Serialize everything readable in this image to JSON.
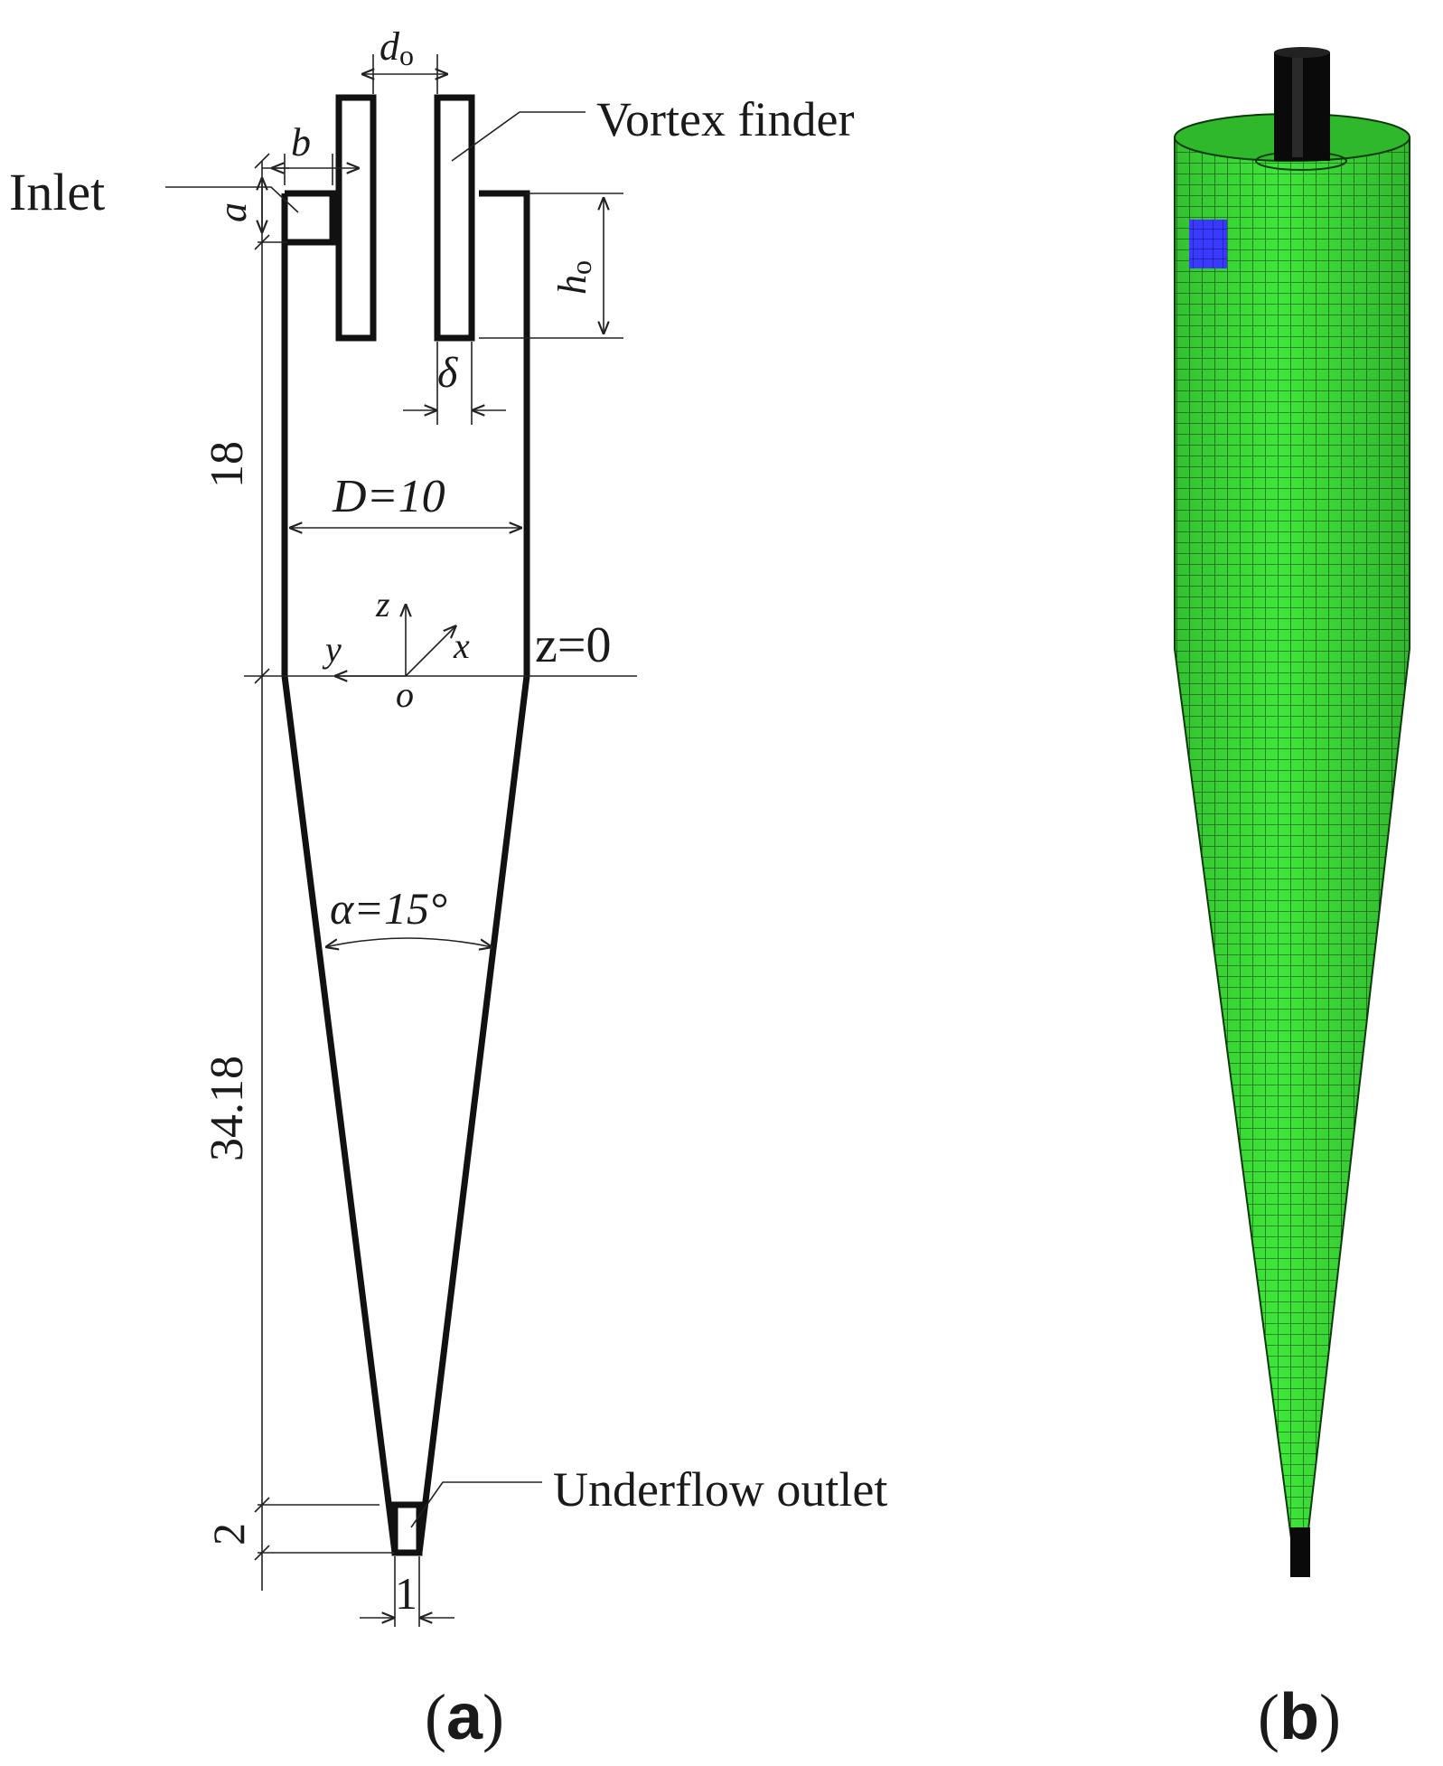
{
  "panel_a": {
    "caption_open": "(",
    "caption_letter": "a",
    "caption_close": ")",
    "labels": {
      "inlet": "Inlet",
      "vortex_finder": "Vortex finder",
      "underflow_outlet": "Underflow outlet",
      "d_o": "d",
      "d_o_sub": "o",
      "b": "b",
      "a": "a",
      "h_o": "h",
      "h_o_sub": "o",
      "delta": "δ",
      "D_eq": "D=10",
      "z_eq": "z=0",
      "axis_z": "z",
      "axis_x": "x",
      "axis_y": "y",
      "origin": "o",
      "alpha_eq": "α=15°",
      "len_18": "18",
      "len_3418": "34.18",
      "len_2": "2",
      "len_1": "1"
    }
  },
  "panel_b": {
    "caption_open": "(",
    "caption_letter": "b",
    "caption_close": ")",
    "mesh_color": "#3fe63a",
    "mesh_line_color": "#0c3a0a",
    "inlet_color": "#3a3aff",
    "outlet_color": "#0a0a0a"
  }
}
